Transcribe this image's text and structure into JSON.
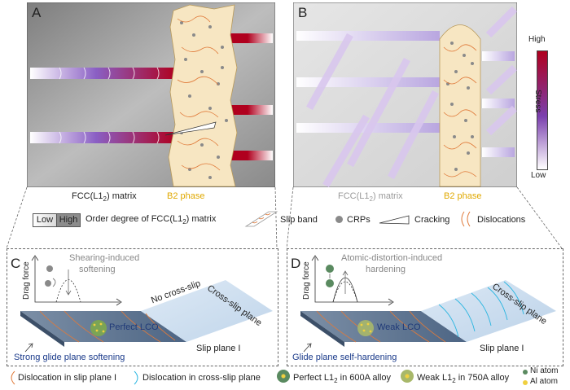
{
  "panel_a": {
    "letter": "A",
    "matrix_label": "FCC(L1",
    "matrix_sub": "2",
    "matrix_suffix": ") matrix",
    "phase_label": "B2 phase"
  },
  "panel_b": {
    "letter": "B",
    "matrix_label": "FCC(L1",
    "matrix_sub": "2",
    "matrix_suffix": ") matrix",
    "phase_label": "B2 phase"
  },
  "stress_bar": {
    "high": "High",
    "title": "Stress",
    "low": "Low",
    "colors": [
      "#b0001e",
      "#7a3fae",
      "#ffffff"
    ]
  },
  "legend_row1": {
    "low": "Low",
    "high": "High",
    "order_label": "Order degree of FCC(L1",
    "order_sub": "2",
    "order_suffix": ") matrix",
    "slip_band": "Slip band",
    "crps": "CRPs",
    "cracking": "Cracking",
    "dislocations": "Dislocations"
  },
  "panel_c": {
    "letter": "C",
    "y_axis": "Drag force",
    "annotation_1": "Shearing-induced",
    "annotation_2": "softening",
    "cross_slip": "Cross-slip plane",
    "no_cross_slip": "No cross-slip",
    "lco": "Perfect LCO",
    "glide": "Strong glide plane softening",
    "slip_plane": "Slip plane",
    "plane_index": "I"
  },
  "panel_d": {
    "letter": "D",
    "y_axis": "Drag force",
    "annotation_1": "Atomic-distortion-induced",
    "annotation_2": "hardening",
    "cross_slip": "Cross-slip plane",
    "lco": "Weak LCO",
    "glide": "Glide plane self-hardening",
    "slip_plane": "Slip plane",
    "plane_index": "I"
  },
  "legend_row2": {
    "disl_slip": "Dislocation in slip plane",
    "disl_index": "I",
    "disl_cross": "Dislocation in cross-slip plane",
    "perfect_pre": "Perfect L1",
    "perfect_sub": "2",
    "perfect_post": " in 600A alloy",
    "weak_pre": "Weak L1",
    "weak_sub": "2",
    "weak_post": " in 750A alloy",
    "ni": "Ni atom",
    "al": "Al atom"
  }
}
